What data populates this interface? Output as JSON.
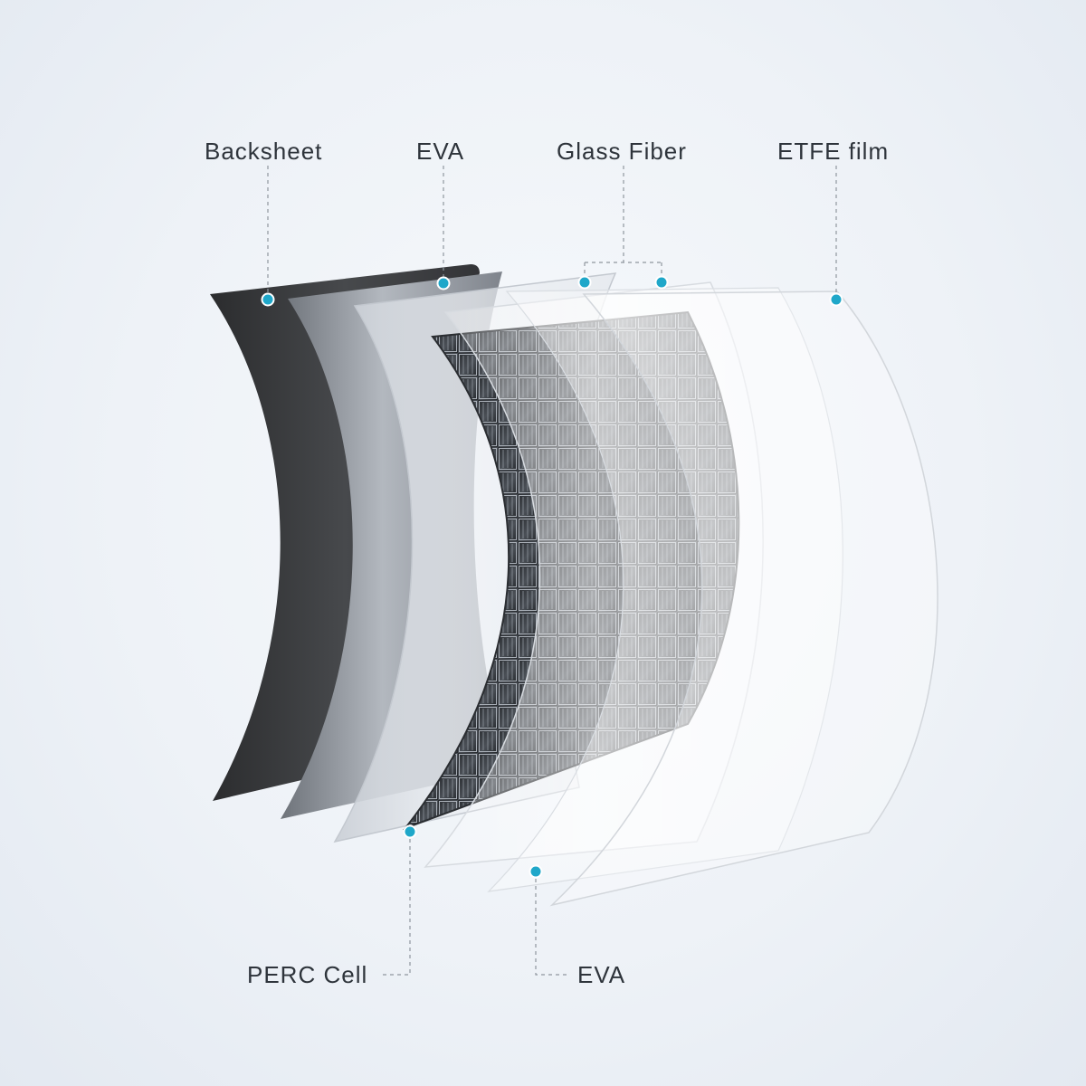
{
  "diagram": {
    "labels": {
      "backsheet": "Backsheet",
      "eva_top": "EVA",
      "glass_fiber": "Glass Fiber",
      "etfe_film": "ETFE film",
      "perc_cell": "PERC Cell",
      "eva_bottom": "EVA"
    },
    "colors": {
      "accent_dot": "#1fa7c9",
      "backsheet": "#3a3b3d",
      "eva_film": "#8d939b",
      "cell_frame": "#2f3236",
      "leader_line": "#8f969e",
      "label_text": "#2e343b"
    }
  }
}
